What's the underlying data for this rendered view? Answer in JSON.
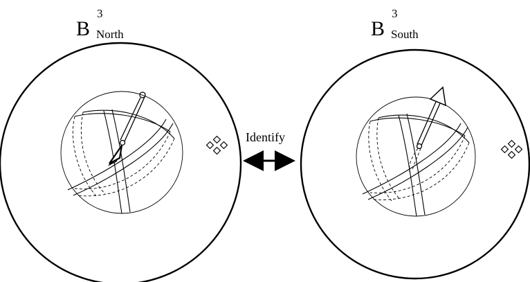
{
  "north_ball": {
    "base": "B",
    "superscript": "3",
    "subscript": "North"
  },
  "south_ball": {
    "base": "B",
    "superscript": "3",
    "subscript": "South"
  },
  "identify_label": "Identify",
  "colors": {
    "stroke": "#000000",
    "background": "#ffffff"
  }
}
